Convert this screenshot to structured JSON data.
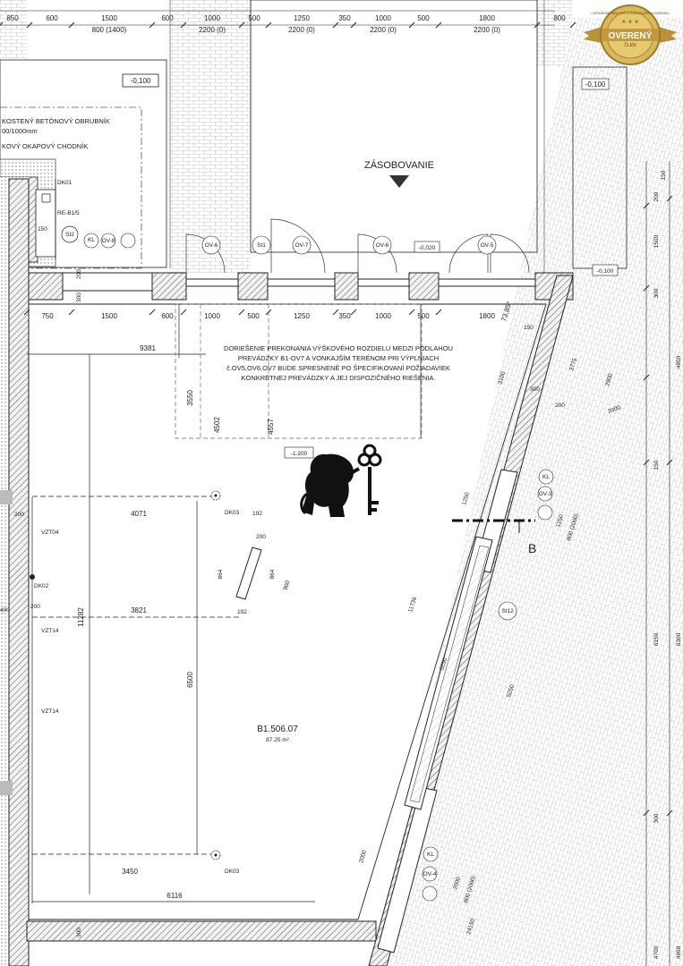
{
  "top_dims": [
    "850",
    "600",
    "1500",
    "600",
    "1000",
    "500",
    "1250",
    "350",
    "1000",
    "500",
    "1800",
    "800"
  ],
  "top_dims_sub": [
    "800 (1400)",
    "2200 (0)",
    "2200 (0)",
    "2200 (0)",
    "2200 (0)"
  ],
  "inner_dims": [
    "750",
    "1500",
    "600",
    "1000",
    "500",
    "1250",
    "350",
    "1000",
    "500",
    "1800"
  ],
  "labels": {
    "kerb_1": "KOSTENÝ BETÓNOVÝ OBRUBNÍK",
    "kerb_2": "00/1000mm",
    "walkway": "KOVÝ OKAPOVÝ CHODNÍK",
    "supply": "ZÁSOBOVANIE",
    "dk01": "DK01",
    "re": "RE-B1/5",
    "dim_150": "150",
    "dim_350": "350",
    "dim_300": "300",
    "dim_200": "200",
    "st2": "St2",
    "st1": "St1",
    "st12": "St12",
    "kl": "KL",
    "ov8": "OV-8",
    "ov6": "OV-6",
    "ov7": "OV-7",
    "ov5": "OV-5",
    "ov3": "OV-3",
    "ov4": "OV-4",
    "lvl_top_left": "-0,100",
    "lvl_top_right": "-0,100",
    "lvl_right": "-0,100",
    "lvl_entry": "-0,020",
    "lvl_floor": "-1.200",
    "angle": "73,85°",
    "note_1": "DORIEŠENIE PREKONANIA VÝŠKOVÉHO ROZDIELU MEDZI PODLAHOU",
    "note_2": "PREVÁDZKY B1-OV7 A VONKAJŠÍM TERÉNOM PRI VÝPLNIACH",
    "note_3": "č.OV5,OV6,OV7 BUDE SPRESNENÉ PO ŠPECIFIKOVANÍ POŽIADAVIEK",
    "note_4": "KONKRÉTNEJ PREVÁDZKY A JEJ DISPOZIČNÉHO RIEŠENIA.",
    "d9381": "9381",
    "d3550": "3550",
    "d4502": "4502",
    "d4557": "4557",
    "d4071": "4071",
    "d192": "192",
    "d192b": "192",
    "d3821": "3821",
    "d864a": "864",
    "d864b": "864",
    "d900": "900",
    "d200c": "200",
    "d11282": "11282",
    "d6500": "6500",
    "d3450": "3450",
    "d6116": "6116",
    "d400": "400",
    "d200d": "200",
    "d200e": "200",
    "dk03a": "DK03",
    "dk03b": "DK03",
    "dk02": "DK02",
    "vzt04": "VZT04",
    "vzt14a": "VZT14",
    "vzt14b": "VZT14",
    "room_no": "B1.506.07",
    "room_area": "87.25 m²",
    "section": "B",
    "d3100": "3100",
    "d3775": "3775",
    "d2900": "2900",
    "d2000": "2000",
    "d1250a": "1250",
    "d1250b": "1250",
    "d800_2000": "800 (2000)",
    "d11736": "11736",
    "d5250a": "5250",
    "d5250b": "5250",
    "d2000b": "2000",
    "d2000c": "2000",
    "d800_2000b": "800 (2000)",
    "d24150": "24150",
    "d4950a": "4950",
    "d4950b": "4950",
    "d6150": "6150",
    "d6300": "6300",
    "d1500r": "1500",
    "d150r": "150",
    "d200r": "200",
    "d300r": "300",
    "d300r2": "300",
    "d150r2": "150",
    "d4700": "4700"
  },
  "badge": {
    "main": "OVERENÝ",
    "sub": "ČLEN",
    "ring": "• ZDRUŽENIE REALITNÝCH KANCELÁRIÍ SLOVENSKA •"
  },
  "colors": {
    "line": "#222222",
    "hatch": "#666666",
    "badge_gold": "#c9a646"
  }
}
